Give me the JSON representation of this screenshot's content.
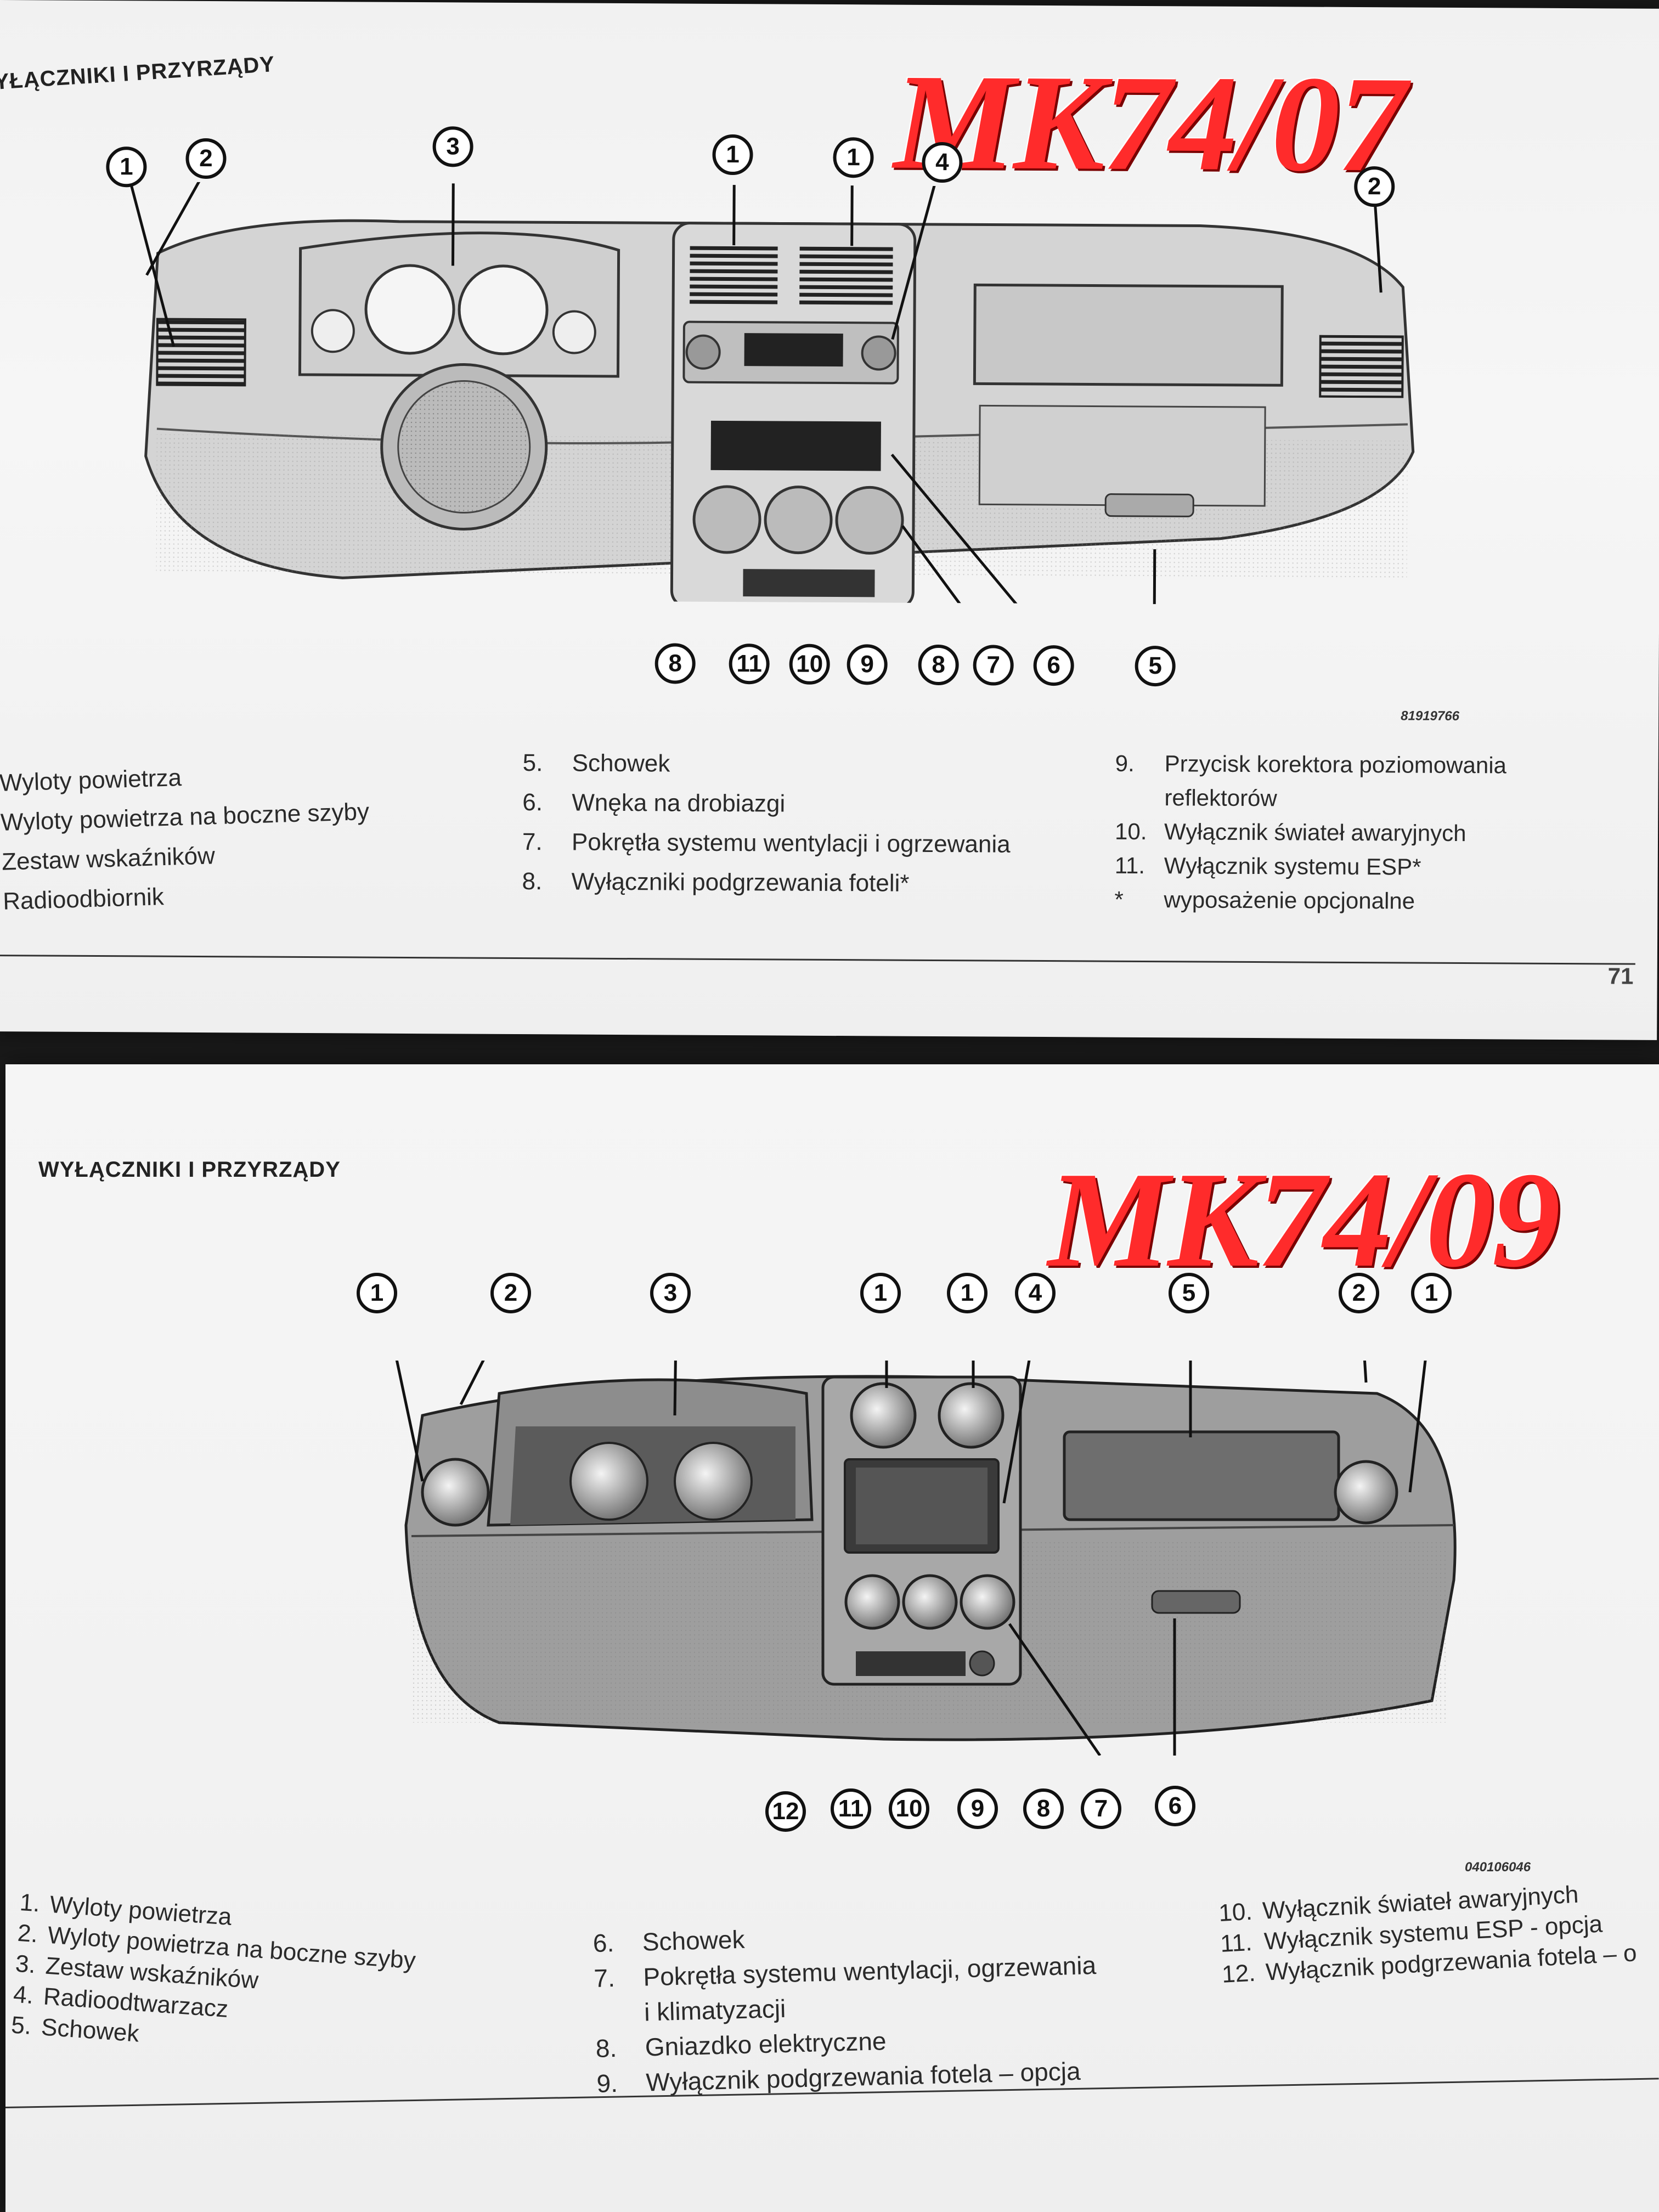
{
  "top": {
    "section_title": "YŁĄCZNIKI I PRZYRZĄDY",
    "stamp": "MK74/07",
    "figure_code": "81919766",
    "page_number": "71",
    "callouts_top": [
      "1",
      "2",
      "3",
      "1",
      "1",
      "4",
      "2"
    ],
    "callouts_bottom": [
      "8",
      "11",
      "10",
      "9",
      "8",
      "7",
      "6",
      "5"
    ],
    "legend_col1": [
      "Wyloty powietrza",
      "Wyloty powietrza na boczne szyby",
      "Zestaw wskaźników",
      "Radioodbiornik"
    ],
    "legend_col2": [
      {
        "num": "5.",
        "text": "Schowek"
      },
      {
        "num": "6.",
        "text": "Wnęka na drobiazgi"
      },
      {
        "num": "7.",
        "text": "Pokrętła systemu wentylacji i ogrzewania"
      },
      {
        "num": "8.",
        "text": "Wyłączniki podgrzewania foteli*"
      }
    ],
    "legend_col3": [
      {
        "num": "9.",
        "text": "Przycisk korektora poziomowania"
      },
      {
        "num": "",
        "text": "reflektorów"
      },
      {
        "num": "10.",
        "text": "Wyłącznik świateł awaryjnych"
      },
      {
        "num": "11.",
        "text": "Wyłącznik systemu ESP*"
      },
      {
        "num": "*",
        "text": "wyposażenie opcjonalne"
      }
    ]
  },
  "bottom": {
    "section_title": "WYŁĄCZNIKI I PRZYRZĄDY",
    "stamp": "MK74/09",
    "figure_code": "040106046",
    "callouts_top": [
      "1",
      "2",
      "3",
      "1",
      "1",
      "4",
      "5",
      "2",
      "1"
    ],
    "callouts_bottom": [
      "12",
      "11",
      "10",
      "9",
      "8",
      "7",
      "6"
    ],
    "legend_col1": [
      {
        "num": "1.",
        "text": "Wyloty powietrza"
      },
      {
        "num": "2.",
        "text": "Wyloty powietrza na boczne szyby"
      },
      {
        "num": "3.",
        "text": "Zestaw wskaźników"
      },
      {
        "num": "4.",
        "text": "Radioodtwarzacz"
      },
      {
        "num": "5.",
        "text": "Schowek"
      }
    ],
    "legend_col2": [
      {
        "num": "6.",
        "text": "Schowek"
      },
      {
        "num": "7.",
        "text": "Pokrętła systemu wentylacji, ogrzewania"
      },
      {
        "num": "",
        "text": "i klimatyzacji"
      },
      {
        "num": "8.",
        "text": "Gniazdko elektryczne"
      },
      {
        "num": "9.",
        "text": "Wyłącznik podgrzewania fotela – opcja"
      }
    ],
    "legend_col3": [
      {
        "num": "10.",
        "text": "Wyłącznik świateł awaryjnych"
      },
      {
        "num": "11.",
        "text": "Wyłącznik systemu ESP - opcja"
      },
      {
        "num": "12.",
        "text": "Wyłącznik podgrzewania fotela – o"
      }
    ]
  }
}
